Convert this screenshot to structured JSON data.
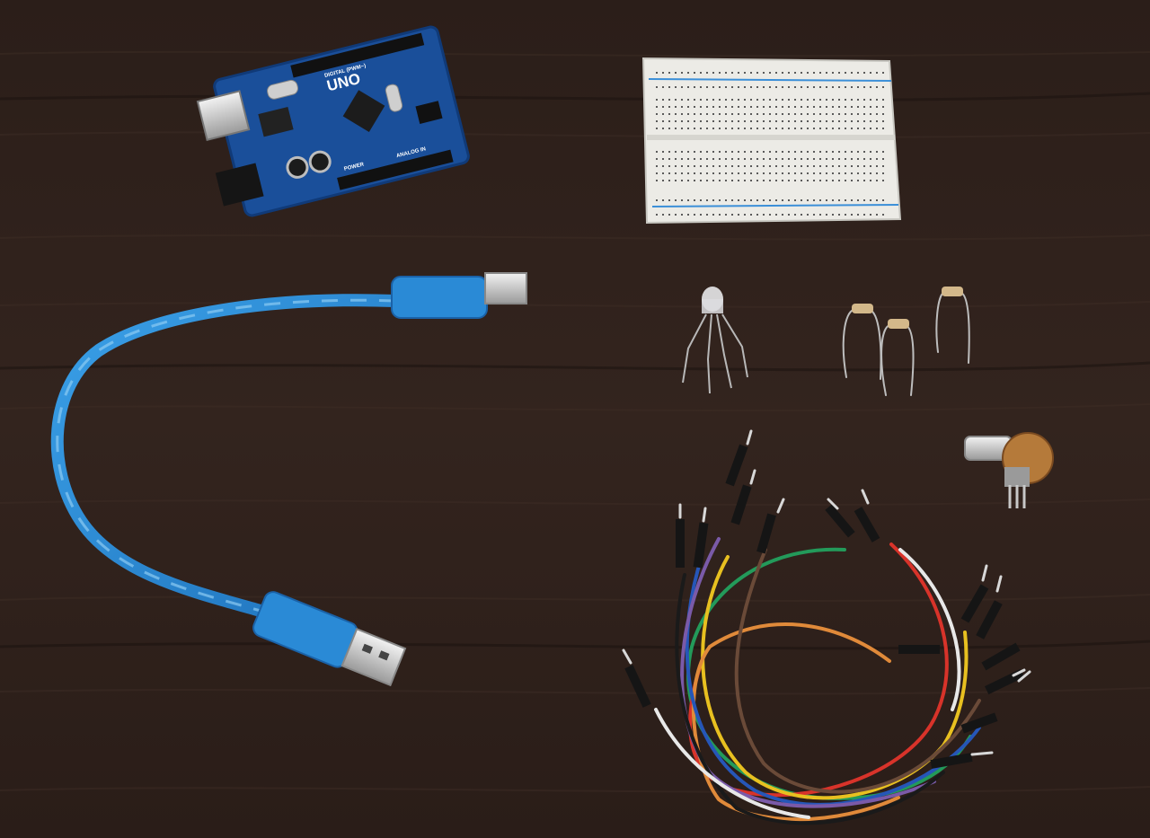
{
  "board": {
    "model_label": "UNO",
    "power_label": "POWER",
    "analog_label": "ANALOG IN",
    "digital_label": "DIGITAL (PWM~)"
  },
  "colors": {
    "table": "#2a1d18",
    "board_pcb": "#1a4f9a",
    "cable": "#2a8ad6",
    "breadboard": "#ecebe6",
    "wire_red": "#d8332a",
    "wire_orange": "#e08a3a",
    "wire_yellow": "#e8c020",
    "wire_green": "#239a5a",
    "wire_blue": "#2656b8",
    "wire_purple": "#7a5aa8",
    "wire_brown": "#6a4a38",
    "wire_white": "#e8e8e8",
    "wire_black": "#1a1a1a"
  }
}
